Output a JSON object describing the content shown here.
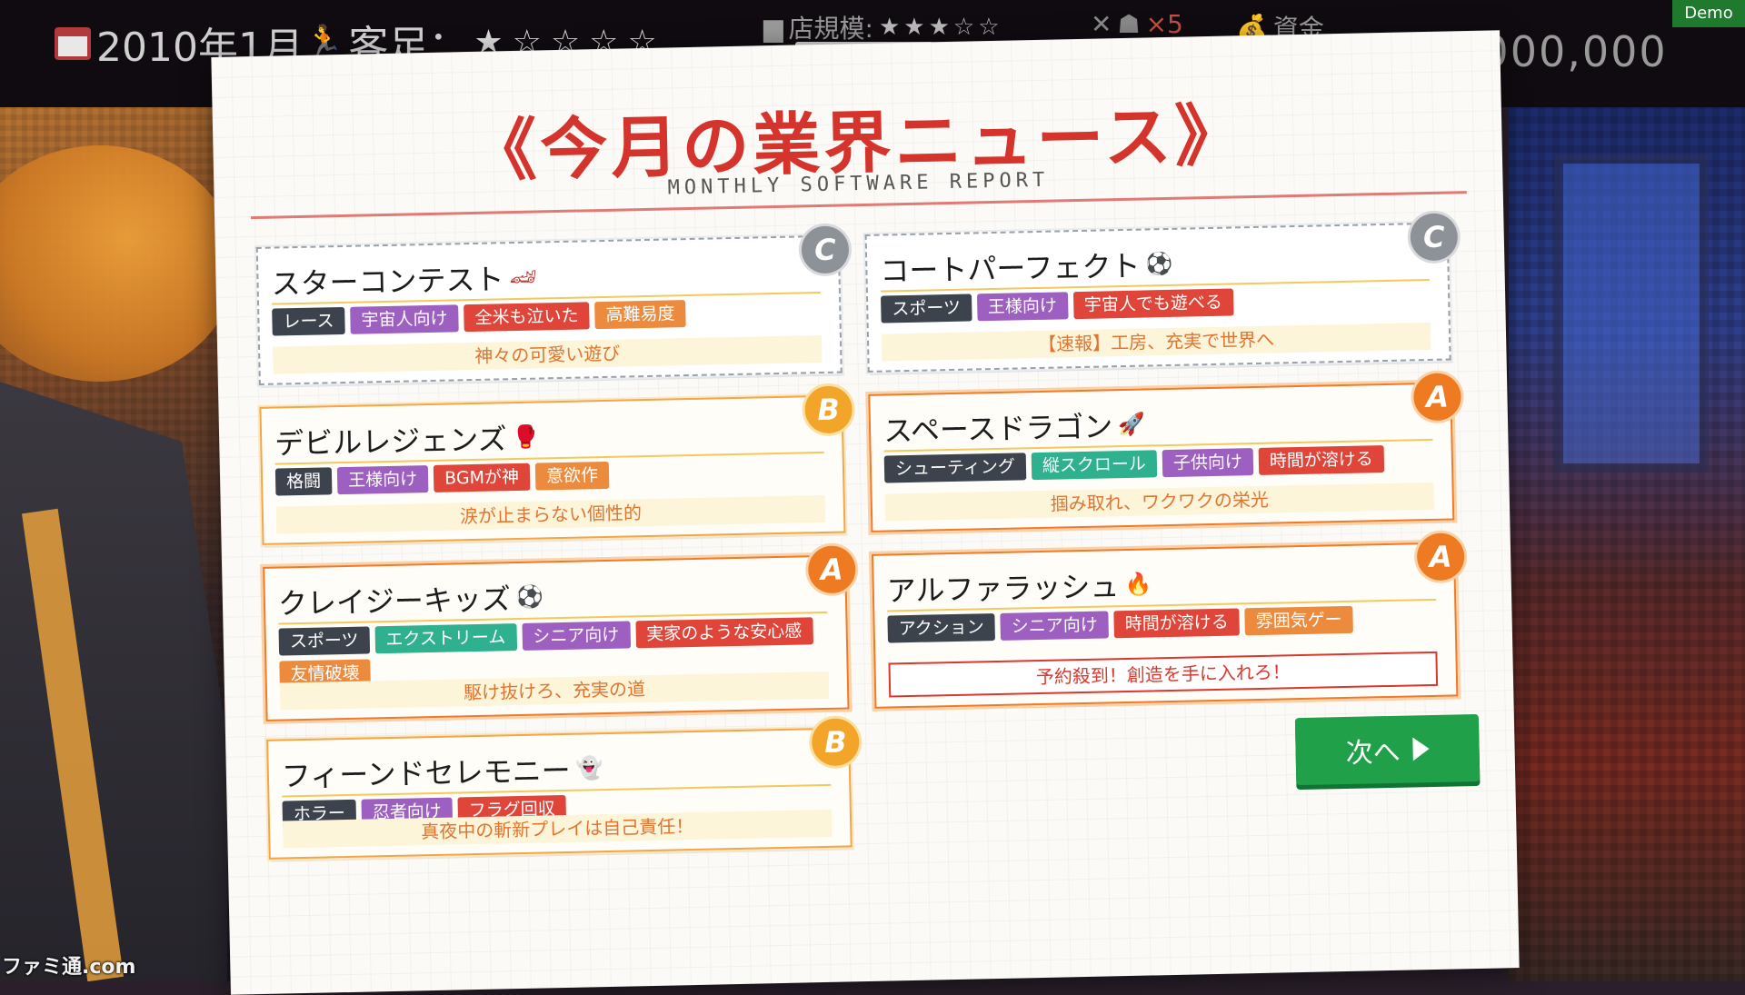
{
  "hud": {
    "date": "2010年1月",
    "customer_label": "客足：",
    "customer_stars": "★☆☆☆☆",
    "store_label": "店規模:",
    "store_stars": "★★★☆☆",
    "staff_count": "×5",
    "funds_label": "資金",
    "money": "¥00,000,000",
    "demo": "Demo"
  },
  "modal": {
    "title": "《今月の業界ニュース》",
    "subtitle": "MONTHLY SOFTWARE REPORT",
    "next_label": "次へ"
  },
  "cards": [
    {
      "name": "スターコンテスト",
      "emoji": "🏎",
      "rank": "C",
      "tags": [
        {
          "text": "レース",
          "color": "dark"
        },
        {
          "text": "宇宙人向け",
          "color": "purple"
        },
        {
          "text": "全米も泣いた",
          "color": "red"
        },
        {
          "text": "高難易度",
          "color": "orange"
        }
      ],
      "tagline": "神々の可愛い遊び"
    },
    {
      "name": "コートパーフェクト",
      "emoji": "⚽",
      "rank": "C",
      "tags": [
        {
          "text": "スポーツ",
          "color": "dark"
        },
        {
          "text": "王様向け",
          "color": "purple"
        },
        {
          "text": "宇宙人でも遊べる",
          "color": "red"
        }
      ],
      "tagline": "【速報】工房、充実で世界へ"
    },
    {
      "name": "デビルレジェンズ",
      "emoji": "🥊",
      "rank": "B",
      "tags": [
        {
          "text": "格闘",
          "color": "dark"
        },
        {
          "text": "王様向け",
          "color": "purple"
        },
        {
          "text": "BGMが神",
          "color": "red"
        },
        {
          "text": "意欲作",
          "color": "orange"
        }
      ],
      "tagline": "涙が止まらない個性的"
    },
    {
      "name": "スペースドラゴン",
      "emoji": "🚀",
      "rank": "A",
      "tags": [
        {
          "text": "シューティング",
          "color": "dark"
        },
        {
          "text": "縦スクロール",
          "color": "teal"
        },
        {
          "text": "子供向け",
          "color": "purple"
        },
        {
          "text": "時間が溶ける",
          "color": "red"
        }
      ],
      "tagline": "掴み取れ、ワクワクの栄光"
    },
    {
      "name": "クレイジーキッズ",
      "emoji": "⚽",
      "rank": "A",
      "tags": [
        {
          "text": "スポーツ",
          "color": "dark"
        },
        {
          "text": "エクストリーム",
          "color": "teal"
        },
        {
          "text": "シニア向け",
          "color": "purple"
        },
        {
          "text": "実家のような安心感",
          "color": "red"
        },
        {
          "text": "友情破壊",
          "color": "orange"
        }
      ],
      "tagline": "駆け抜けろ、充実の道"
    },
    {
      "name": "アルファラッシュ",
      "emoji": "🔥",
      "rank": "A",
      "tags": [
        {
          "text": "アクション",
          "color": "dark"
        },
        {
          "text": "シニア向け",
          "color": "purple"
        },
        {
          "text": "時間が溶ける",
          "color": "red"
        },
        {
          "text": "雰囲気ゲー",
          "color": "orange"
        }
      ],
      "tagline": "予約殺到！創造を手に入れろ！"
    },
    {
      "name": "フィーンドセレモニー",
      "emoji": "👻",
      "rank": "B",
      "tags": [
        {
          "text": "ホラー",
          "color": "dark"
        },
        {
          "text": "忍者向け",
          "color": "purple"
        },
        {
          "text": "フラグ回収",
          "color": "red"
        }
      ],
      "tagline": "真夜中の斬新プレイは自己責任！"
    }
  ],
  "watermark": "ファミ通.com"
}
